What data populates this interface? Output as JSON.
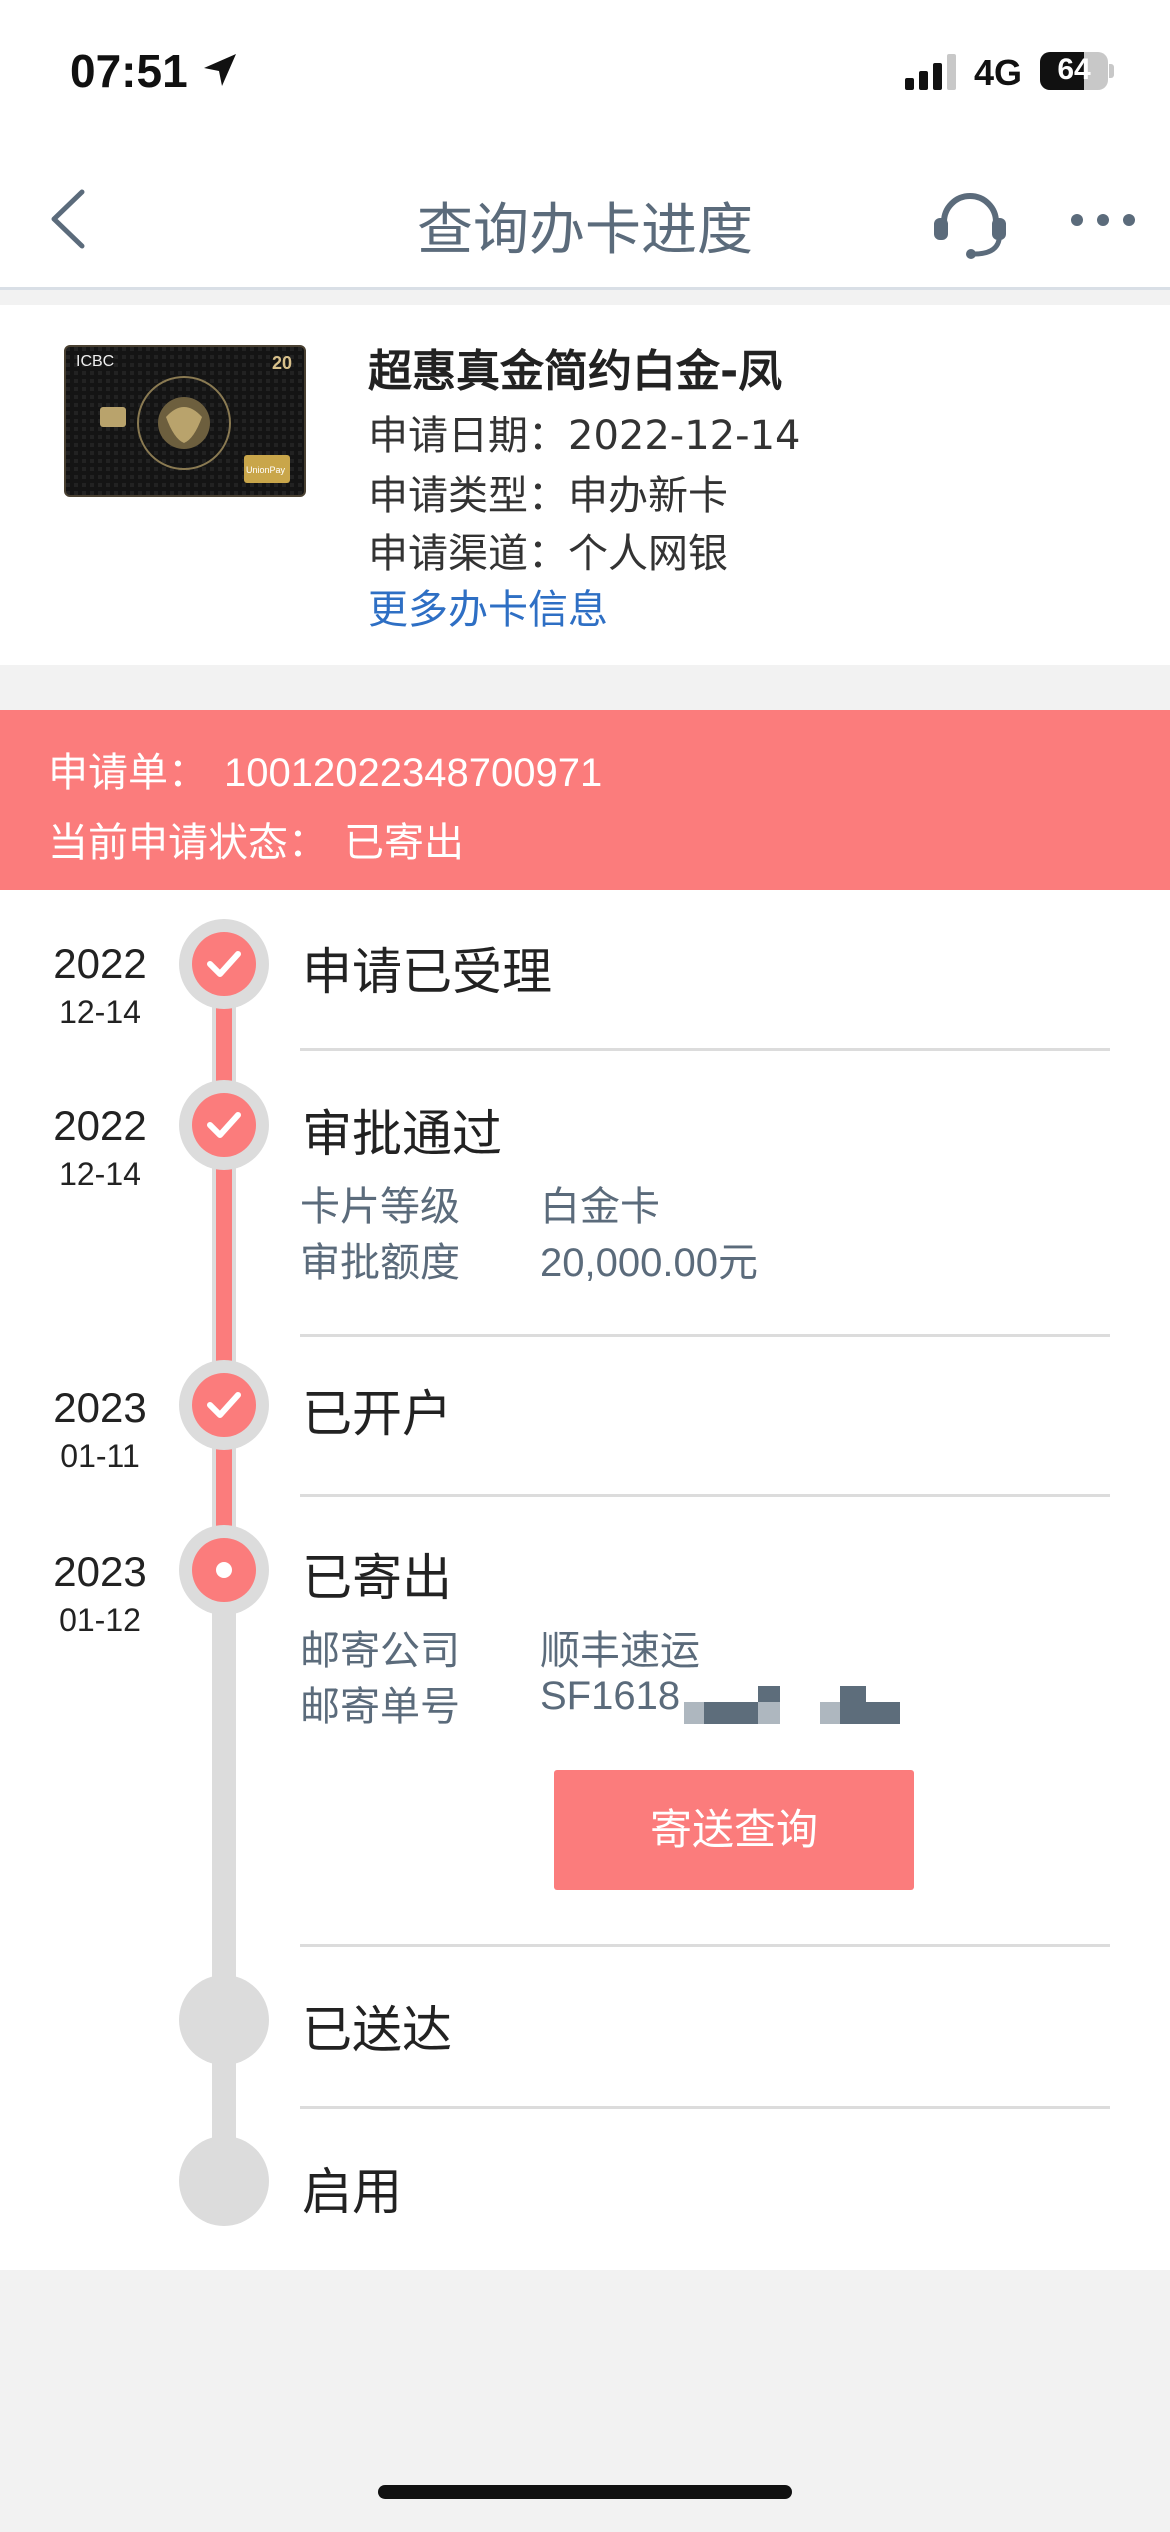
{
  "status_bar": {
    "time": "07:51",
    "network": "4G",
    "battery": "64",
    "battery_level": 0.64
  },
  "nav": {
    "title": "查询办卡进度"
  },
  "card": {
    "name": "超惠真金简约白金-凤",
    "apply_date_label": "申请日期：",
    "apply_date": "2022-12-14",
    "apply_type_label": "申请类型：",
    "apply_type": "申办新卡",
    "apply_channel_label": "申请渠道：",
    "apply_channel": "个人网银",
    "more_info": "更多办卡信息",
    "image_text": {
      "bank": "ICBC",
      "anniversary": "20",
      "network": "UnionPay"
    }
  },
  "banner": {
    "order_label": "申请单：",
    "order_number": "10012022348700971",
    "status_label": "当前申请状态：",
    "status": "已寄出"
  },
  "timeline": {
    "steps": [
      {
        "year": "2022",
        "md": "12-14",
        "title": "申请已受理",
        "state": "done"
      },
      {
        "year": "2022",
        "md": "12-14",
        "title": "审批通过",
        "state": "done",
        "details": [
          {
            "label": "卡片等级",
            "value": "白金卡"
          },
          {
            "label": "审批额度",
            "value": "20,000.00元"
          }
        ]
      },
      {
        "year": "2023",
        "md": "01-11",
        "title": "已开户",
        "state": "done"
      },
      {
        "year": "2023",
        "md": "01-12",
        "title": "已寄出",
        "state": "current",
        "details": [
          {
            "label": "邮寄公司",
            "value": "顺丰速运"
          },
          {
            "label": "邮寄单号",
            "value": "SF1618"
          }
        ],
        "button": "寄送查询"
      },
      {
        "year": "",
        "md": "",
        "title": "已送达",
        "state": "pending"
      },
      {
        "year": "",
        "md": "",
        "title": "启用",
        "state": "pending"
      }
    ]
  },
  "colors": {
    "accent": "#fb7c7c",
    "link": "#2e6fc4",
    "muted": "#5b6b7b",
    "track": "#dcdcdc"
  }
}
